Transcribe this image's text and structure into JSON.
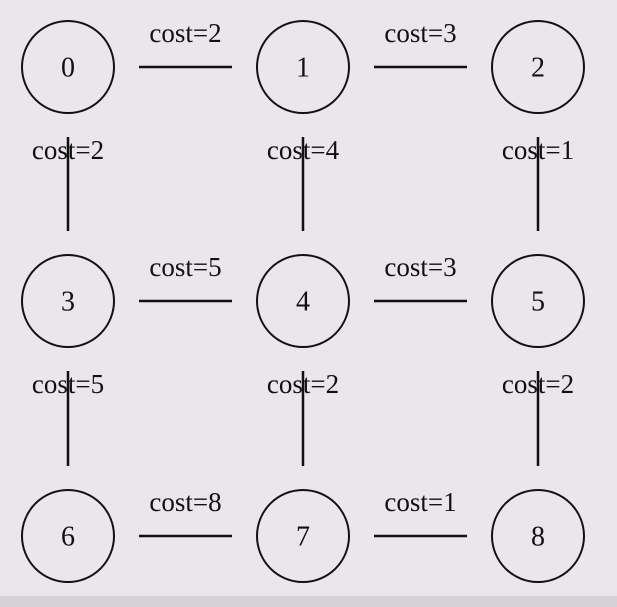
{
  "graph": {
    "nodes": [
      {
        "id": "0",
        "label": "0"
      },
      {
        "id": "1",
        "label": "1"
      },
      {
        "id": "2",
        "label": "2"
      },
      {
        "id": "3",
        "label": "3"
      },
      {
        "id": "4",
        "label": "4"
      },
      {
        "id": "5",
        "label": "5"
      },
      {
        "id": "6",
        "label": "6"
      },
      {
        "id": "7",
        "label": "7"
      },
      {
        "id": "8",
        "label": "8"
      }
    ],
    "edges": [
      {
        "from": "0",
        "to": "1",
        "label": "cost=2"
      },
      {
        "from": "1",
        "to": "2",
        "label": "cost=3"
      },
      {
        "from": "0",
        "to": "3",
        "label": "cost=2"
      },
      {
        "from": "1",
        "to": "4",
        "label": "cost=4"
      },
      {
        "from": "2",
        "to": "5",
        "label": "cost=1"
      },
      {
        "from": "3",
        "to": "4",
        "label": "cost=5"
      },
      {
        "from": "4",
        "to": "5",
        "label": "cost=3"
      },
      {
        "from": "3",
        "to": "6",
        "label": "cost=5"
      },
      {
        "from": "4",
        "to": "7",
        "label": "cost=2"
      },
      {
        "from": "5",
        "to": "8",
        "label": "cost=2"
      },
      {
        "from": "6",
        "to": "7",
        "label": "cost=8"
      },
      {
        "from": "7",
        "to": "8",
        "label": "cost=1"
      }
    ]
  }
}
